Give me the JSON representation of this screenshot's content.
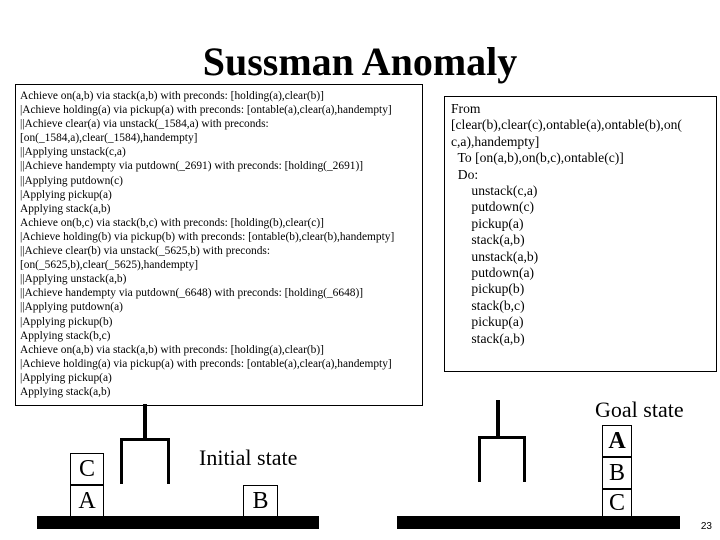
{
  "title": "Sussman Anomaly",
  "trace_lines": [
    "Achieve on(a,b) via stack(a,b) with preconds: [holding(a),clear(b)]",
    "|Achieve holding(a) via pickup(a) with preconds: [ontable(a),clear(a),handempty]",
    "||Achieve clear(a) via unstack(_1584,a) with preconds:",
    "[on(_1584,a),clear(_1584),handempty]",
    "||Applying unstack(c,a)",
    "||Achieve handempty via putdown(_2691) with preconds: [holding(_2691)]",
    "||Applying putdown(c)",
    "|Applying pickup(a)",
    "Applying stack(a,b)",
    "Achieve on(b,c) via stack(b,c) with preconds: [holding(b),clear(c)]",
    "|Achieve holding(b) via pickup(b) with preconds: [ontable(b),clear(b),handempty]",
    "||Achieve clear(b) via unstack(_5625,b) with preconds:",
    "[on(_5625,b),clear(_5625),handempty]",
    "||Applying unstack(a,b)",
    "||Achieve handempty via putdown(_6648) with preconds: [holding(_6648)]",
    "||Applying putdown(a)",
    "|Applying pickup(b)",
    "Applying stack(b,c)",
    "Achieve on(a,b) via stack(a,b) with preconds: [holding(a),clear(b)]",
    "|Achieve holding(a) via pickup(a) with preconds: [ontable(a),clear(a),handempty]",
    "|Applying pickup(a)",
    "Applying stack(a,b)"
  ],
  "plan_lines": [
    "From",
    "[clear(b),clear(c),ontable(a),ontable(b),on(",
    "c,a),handempty]",
    "  To [on(a,b),on(b,c),ontable(c)]",
    "  Do:",
    "      unstack(c,a)",
    "      putdown(c)",
    "      pickup(a)",
    "      stack(a,b)",
    "      unstack(a,b)",
    "      putdown(a)",
    "      pickup(b)",
    "      stack(b,c)",
    "      pickup(a)",
    "      stack(a,b)"
  ],
  "initial_label": "Initial state",
  "goal_label": "Goal state",
  "blocks": {
    "init_c": "C",
    "init_a": "A",
    "init_b": "B",
    "goal_a": "A",
    "goal_b": "B",
    "goal_c": "C"
  },
  "page_number": "23"
}
